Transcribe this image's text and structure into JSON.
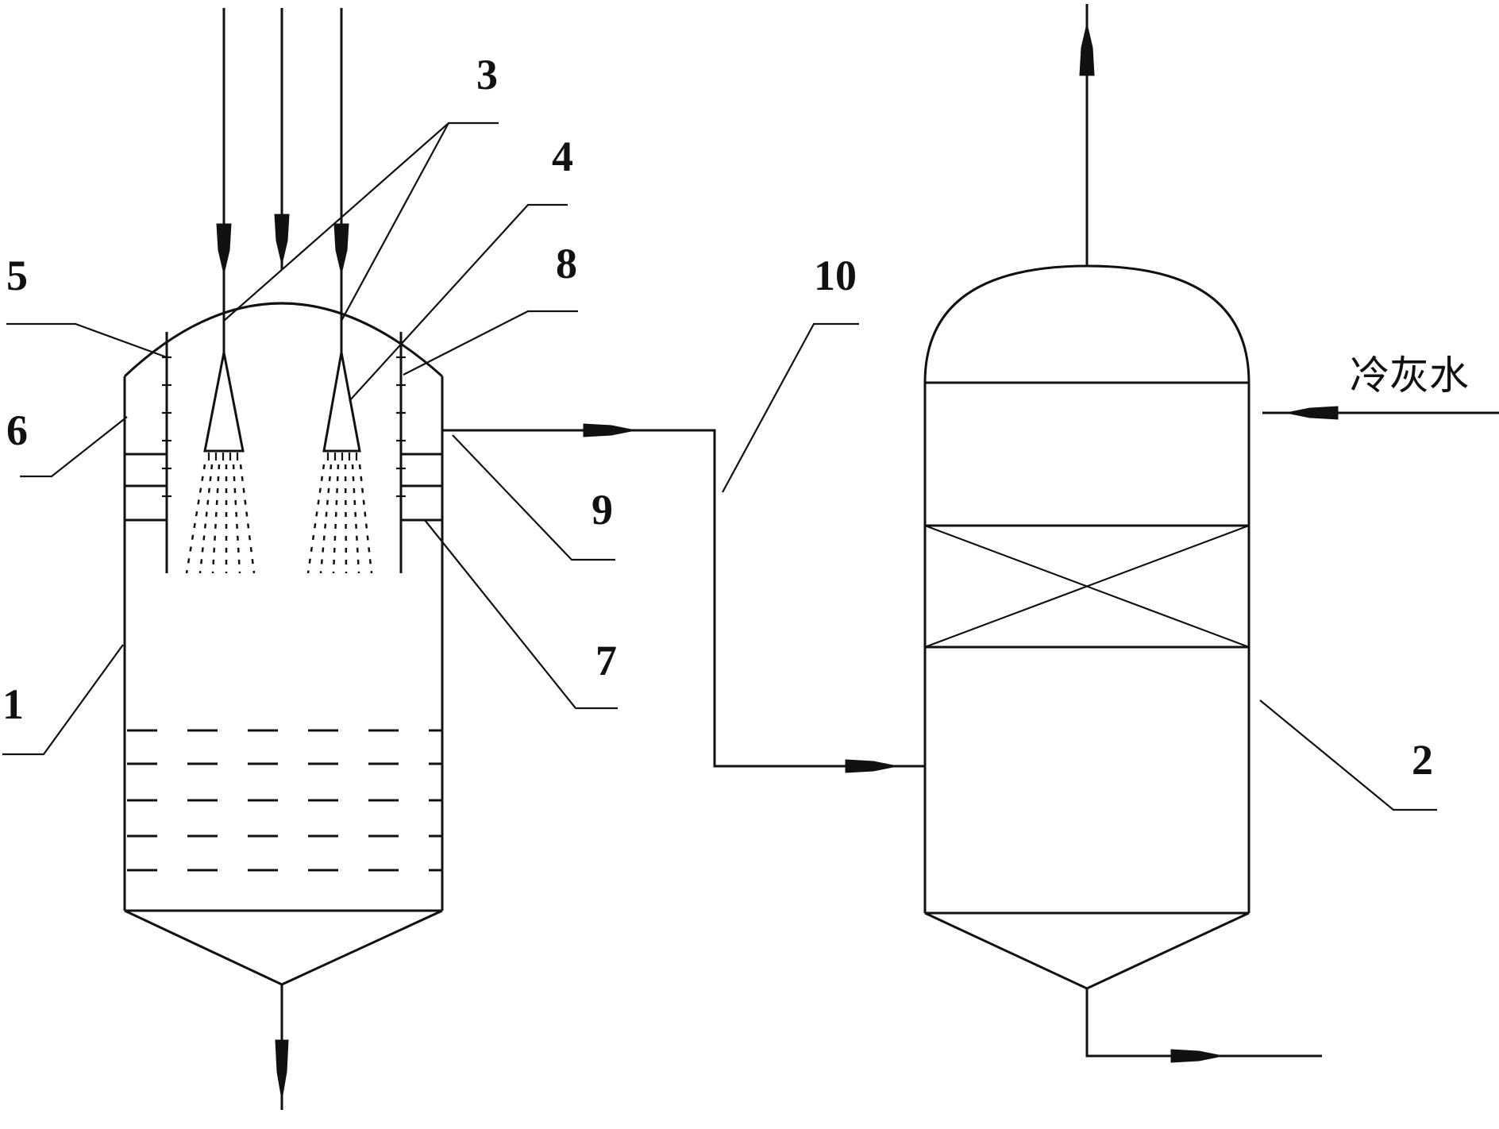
{
  "labels": {
    "l1": "1",
    "l2": "2",
    "l3": "3",
    "l4": "4",
    "l5": "5",
    "l6": "6",
    "l7": "7",
    "l8": "8",
    "l9": "9",
    "l10": "10"
  },
  "cold_ash_water": "冷灰水"
}
